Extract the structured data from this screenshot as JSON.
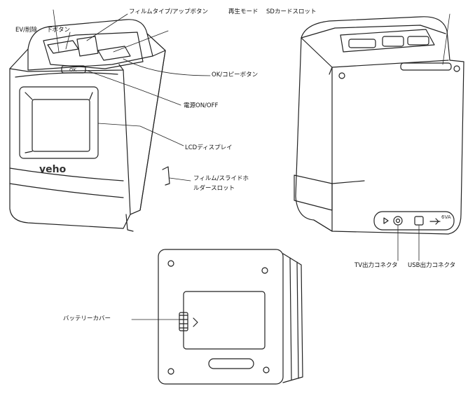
{
  "labels": {
    "ev_delete": "EV/削除",
    "down_button": "下ボタン",
    "film_type_up": "フィルムタイプ/アップボタン",
    "playback_mode": "再生モード",
    "sd_slot": "SDカードスロット",
    "ok_copy": "OK/コピーボタン",
    "power": "電源ON/OFF",
    "lcd": "LCDディスプレイ",
    "holder_slot_line1": "フィルム/スライドホ",
    "holder_slot_line2": "ルダースロット",
    "tv_out": "TV出力コネクタ",
    "usb_out": "USB出力コネクタ",
    "battery_cover": "バッテリーカバー"
  },
  "device": {
    "brand": "veho",
    "ok_mark": "OK",
    "port_mark": "6VA"
  },
  "colors": {
    "line": "#222222",
    "text": "#111111",
    "shade": "#8a8a8a",
    "background": "#ffffff"
  }
}
